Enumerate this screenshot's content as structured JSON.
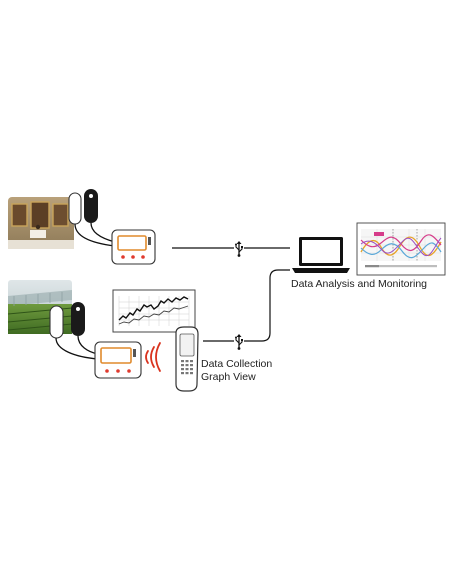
{
  "labels": {
    "analysis": "Data Analysis and Monitoring",
    "collection_line1": "Data Collection",
    "collection_line2": "Graph View"
  },
  "icons": {
    "connector_top": "usb-icon",
    "connector_bottom": "usb-icon",
    "computer": "laptop-icon",
    "wireless": "wireless-signal-icon"
  },
  "colors": {
    "logger_frame": "#e08a2c",
    "logger_leds": "#e03a2e",
    "signal_waves": "#d9331e",
    "sensor_dark": "#1a1a1a",
    "monitor_series": [
      "#e8a326",
      "#5aa8d8",
      "#d63c8a",
      "#9b4fc2"
    ]
  }
}
